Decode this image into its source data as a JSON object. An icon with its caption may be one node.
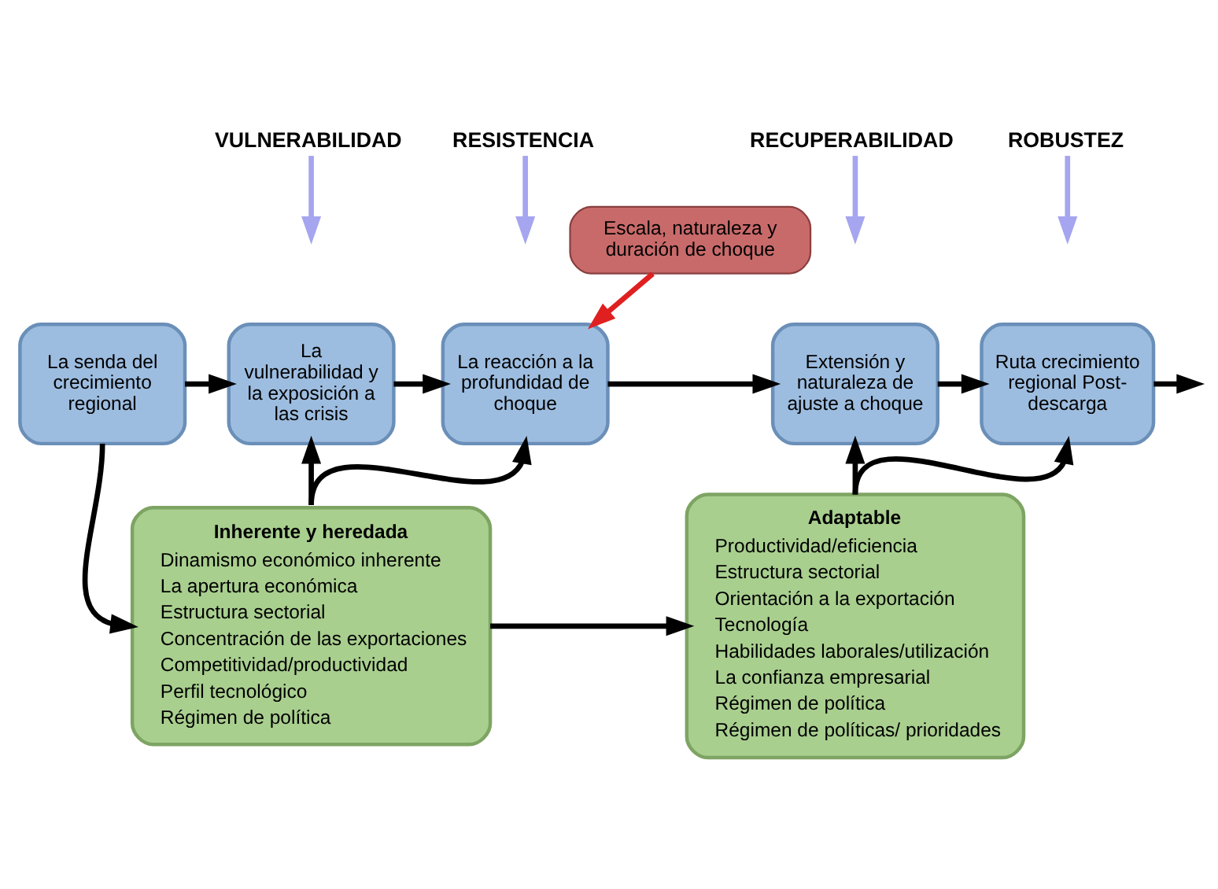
{
  "diagram": {
    "nodes": [
      {
        "text": [
          "VULNERABILIDAD"
        ]
      },
      {
        "text": [
          "RESISTENCIA"
        ]
      },
      {
        "text": [
          "RECUPERABILIDAD"
        ]
      },
      {
        "text": [
          "ROBUSTEZ"
        ]
      },
      {
        "text": [
          "Escala, naturaleza y duración de choque"
        ]
      },
      {
        "text": [
          "La senda del crecimiento regional"
        ]
      },
      {
        "text": [
          "La vulnerabilidad y la exposición a las crisis"
        ]
      },
      {
        "text": [
          "La reacción a la profundidad de choque"
        ]
      },
      {
        "text": [
          "Extensión y naturaleza de ajuste a choque"
        ]
      },
      {
        "text": [
          "Ruta crecimiento regional Post-descarga"
        ]
      },
      {
        "text": [
          "Inherente y heredada",
          "Dinamismo económico inherente",
          "La apertura económica",
          "Estructura sectorial",
          "Concentración de las exportaciones",
          "Competitividad/productividad",
          "Perfil tecnológico",
          "Régimen de política"
        ]
      },
      {
        "text": [
          "Adaptable",
          "Productividad/eficiencia",
          "Estructura sectorial",
          "Orientación a la exportación",
          "Tecnología",
          "Habilidades laborales/utilización",
          "La confianza empresarial",
          "Régimen de política",
          "Régimen de políticas/ prioridades"
        ]
      }
    ],
    "edges": [
      {
        "from": 0,
        "to": null,
        "arrow": "to",
        "color": "#a5a5f0"
      },
      {
        "from": 1,
        "to": null,
        "arrow": "to",
        "color": "#a5a5f0"
      },
      {
        "from": 2,
        "to": null,
        "arrow": "to",
        "color": "#a5a5f0"
      },
      {
        "from": 3,
        "to": null,
        "arrow": "to",
        "color": "#a5a5f0"
      },
      {
        "from": 4,
        "to": 7,
        "arrow": "to",
        "color": "#e02020"
      },
      {
        "from": 5,
        "to": 6,
        "arrow": "to"
      },
      {
        "from": 6,
        "to": 7,
        "arrow": "to"
      },
      {
        "from": 7,
        "to": 8,
        "arrow": "to"
      },
      {
        "from": 8,
        "to": 9,
        "arrow": "to"
      },
      {
        "from": 9,
        "to": null,
        "arrow": "to"
      },
      {
        "from": 5,
        "to": 10,
        "arrow": "to"
      },
      {
        "from": 10,
        "to": 6,
        "arrow": "to"
      },
      {
        "from": 10,
        "to": 7,
        "arrow": "to"
      },
      {
        "from": 10,
        "to": 11,
        "arrow": "to"
      },
      {
        "from": 11,
        "to": 8,
        "arrow": "to"
      },
      {
        "from": 11,
        "to": 9,
        "arrow": "to"
      }
    ]
  }
}
